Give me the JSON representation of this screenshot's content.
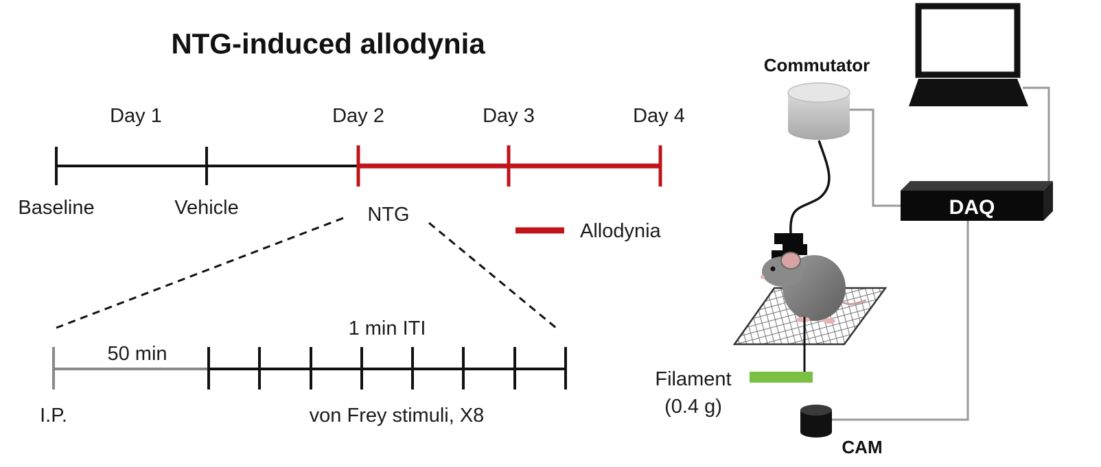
{
  "title": "NTG-induced allodynia",
  "timeline": {
    "days": [
      "Day 1",
      "Day 2",
      "Day 3",
      "Day 4"
    ],
    "events": [
      "Baseline",
      "Vehicle",
      "NTG"
    ],
    "legend": "Allodynia",
    "colors": {
      "normal": "#111111",
      "allodynia": "#c0141b"
    }
  },
  "detail": {
    "start_label": "I.P.",
    "wait_label": "50 min",
    "iti_label": "1 min ITI",
    "stimuli_label": "von Frey stimuli, X8"
  },
  "setup": {
    "commutator": "Commutator",
    "daq": "DAQ",
    "filament": "Filament",
    "filament_weight": "(0.4 g)",
    "cam": "CAM",
    "filament_color": "#7ac143"
  }
}
